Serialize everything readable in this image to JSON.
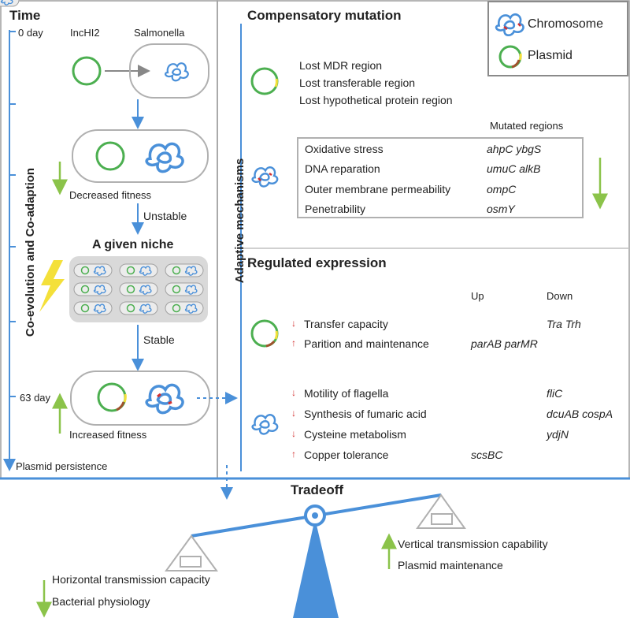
{
  "timeline": {
    "title": "Time",
    "start_label": "0 day",
    "end_label": "63 day",
    "axis_label": "Co-evolution and Co-adaption",
    "bottom_label": "Plasmid persistence"
  },
  "left_panel": {
    "plasmid_label": "IncHI2",
    "host_label": "Salmonella",
    "decreased_fitness": "Decreased fitness",
    "unstable": "Unstable",
    "niche_title": "A given niche",
    "stable": "Stable",
    "increased_fitness": "Increased fitness"
  },
  "adaptive": {
    "axis_label": "Adaptive mechanisms",
    "legend": {
      "chromosome": "Chromosome",
      "plasmid": "Plasmid"
    },
    "compensatory": {
      "title": "Compensatory mutation",
      "plasmid_losses": [
        "Lost MDR region",
        "Lost transferable region",
        "Lost hypothetical protein region"
      ],
      "mutated_header": "Mutated regions",
      "rows": [
        {
          "label": "Oxidative stress",
          "genes": "ahpC ybgS"
        },
        {
          "label": "DNA reparation",
          "genes": "umuC alkB"
        },
        {
          "label": "Outer membrane permeability",
          "genes": "ompC"
        },
        {
          "label": "Penetrability",
          "genes": "osmY"
        }
      ]
    },
    "regulated": {
      "title": "Regulated expression",
      "up_header": "Up",
      "down_header": "Down",
      "plasmid_rows": [
        {
          "dir": "down",
          "label": "Transfer capacity",
          "up": "",
          "down": "Tra Trh"
        },
        {
          "dir": "up",
          "label": "Parition and maintenance",
          "up": "parAB parMR",
          "down": ""
        }
      ],
      "chromosome_rows": [
        {
          "dir": "down",
          "label": "Motility of flagella",
          "up": "",
          "down": "fliC"
        },
        {
          "dir": "down",
          "label": "Synthesis of fumaric acid",
          "up": "",
          "down": "dcuAB cospA"
        },
        {
          "dir": "down",
          "label": "Cysteine metabolism",
          "up": "",
          "down": "ydjN"
        },
        {
          "dir": "up",
          "label": "Copper tolerance",
          "up": "scsBC",
          "down": ""
        }
      ]
    }
  },
  "tradeoff": {
    "title": "Tradeoff",
    "left_items": [
      "Horizontal transmission capacity",
      "Bacterial physiology"
    ],
    "right_items": [
      "Vertical transmission capability",
      "Plasmid maintenance"
    ]
  },
  "colors": {
    "blue": "#4a90d9",
    "green": "#4caf50",
    "arrow_green": "#8bc34a",
    "red": "#d32f2f",
    "gray": "#b0b0b0",
    "yellow": "#f4e03a"
  }
}
